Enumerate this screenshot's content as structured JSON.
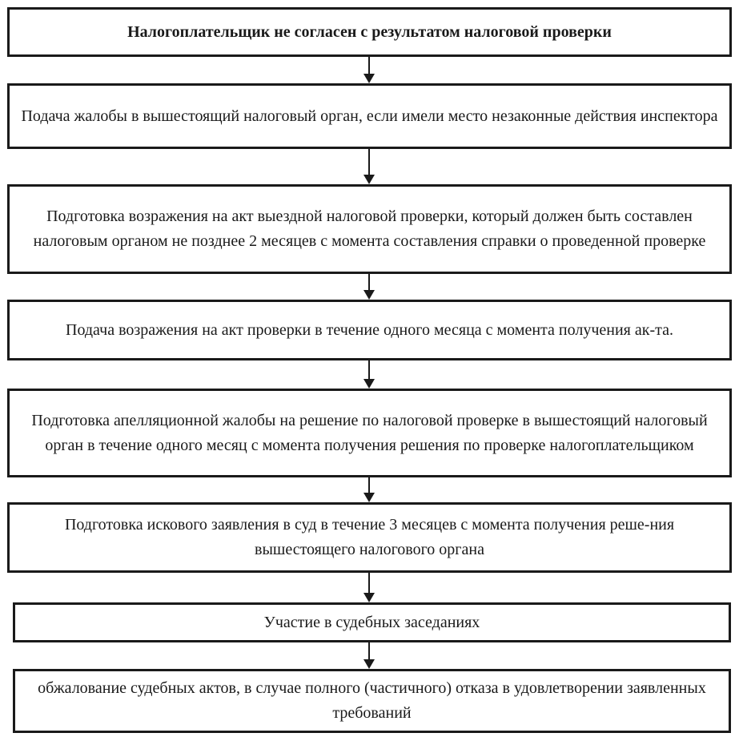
{
  "steps": [
    "Налогоплательщик не согласен с результатом налоговой проверки",
    "Подача жалобы в вышестоящий налоговый орган, если имели место незаконные действия инспектора",
    "Подготовка возражения на акт выездной налоговой проверки, который должен быть составлен налоговым органом не позднее 2 месяцев с момента составления справки о проведенной проверке",
    "Подача возражения на акт проверки в течение одного месяца с момента получения ак-та.",
    "Подготовка апелляционной жалобы на решение по налоговой проверке в вышестоящий налоговый орган в течение одного месяц с момента получения решения по проверке налогоплательщиком",
    "Подготовка искового заявления в суд в течение 3 месяцев с момента получения реше-ния вышестоящего налогового органа",
    "Участие в судебных заседаниях",
    "обжалование судебных актов, в случае полного (частичного) отказа в удовлетворении заявленных требований"
  ]
}
